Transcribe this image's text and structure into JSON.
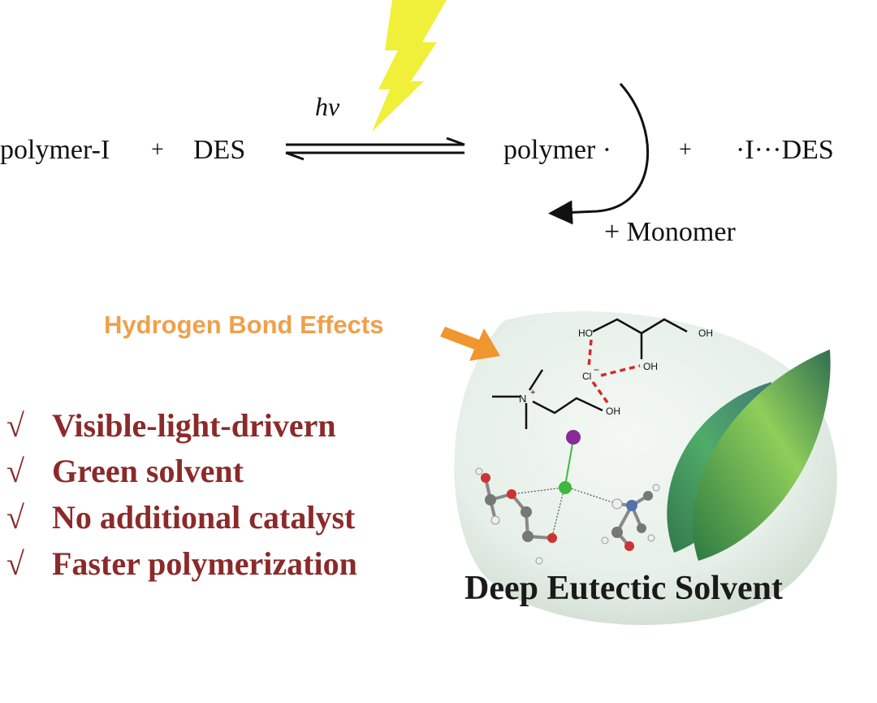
{
  "reaction": {
    "reactant1": "polymer-I",
    "plus1": "+",
    "reactant2": "DES",
    "light_label": "hv",
    "product1": "polymer ·",
    "plus2": "+",
    "product2": "·I···DES",
    "monomer_label": "+ Monomer"
  },
  "hbond_label": "Hydrogen Bond Effects",
  "features": {
    "check": "√",
    "items": [
      "Visible-light-drivern",
      "Green solvent",
      "No additional catalyst",
      "Faster polymerization"
    ]
  },
  "molecule_labels": {
    "ho_left": "HO",
    "oh_right": "OH",
    "oh_middle": "OH",
    "chloride": "Cl",
    "chloride_charge": "−",
    "nitrogen": "N",
    "nitrogen_charge": "+",
    "oh_choline": "OH"
  },
  "bubble_title": "Deep Eutectic Solvent",
  "colors": {
    "lightning": "#f0f03a",
    "hbond_text": "#f0a04a",
    "arrow": "#f0962e",
    "feature_text": "#8b2a2a",
    "hbond_dash": "#d42a2a",
    "iodine": "#8a2a9a",
    "chlorine": "#3cb83c"
  }
}
